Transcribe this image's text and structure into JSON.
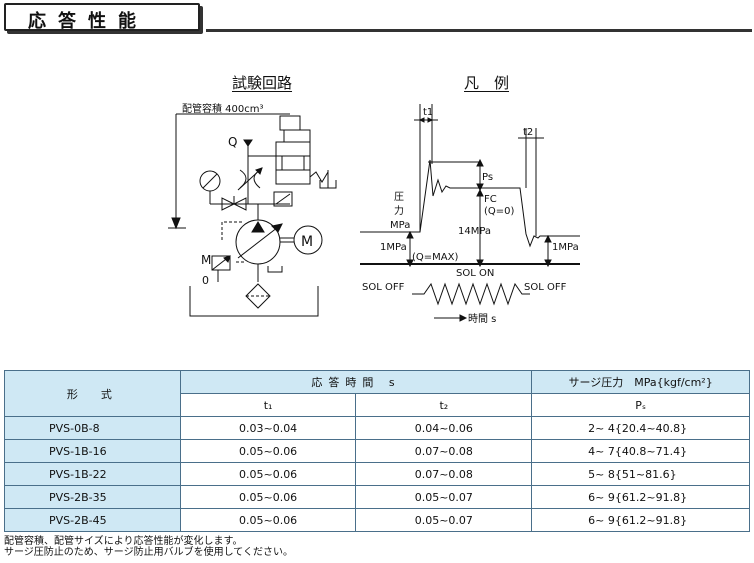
{
  "title": "応答性能",
  "circuit": {
    "heading": "試験回路",
    "pipe_volume_label": "配管容積 400cm³",
    "q_label": "Q",
    "m_label": "M",
    "zero_label": "0",
    "motor_label": "M"
  },
  "legend": {
    "heading": "凡　例",
    "t1": "t1",
    "t2": "t2",
    "ps": "Ps",
    "fc": "FC",
    "q0": "(Q=0)",
    "pressure_axis": [
      "圧",
      "力",
      "MPa"
    ],
    "one_mpa_left": "1MPa",
    "one_mpa_right": "1MPa",
    "fourteen_mpa": "14MPa",
    "qmax": "(Q=MAX)",
    "sol_on": "SOL ON",
    "sol_off_left": "SOL OFF",
    "sol_off_right": "SOL OFF",
    "time_label": "時間 s"
  },
  "table": {
    "header": {
      "model": "形　式",
      "response_time": "応答時間 s",
      "surge_pressure": "サージ圧力　MPa{kgf/cm²}",
      "t1": "t₁",
      "t2": "t₂",
      "ps": "Pₛ"
    },
    "rows": [
      {
        "model": "PVS-0B-8",
        "t1": "0.03~0.04",
        "t2": "0.04~0.06",
        "surge": "2~  4{20.4~40.8}"
      },
      {
        "model": "PVS-1B-16",
        "t1": "0.05~0.06",
        "t2": "0.07~0.08",
        "surge": "4~  7{40.8~71.4}"
      },
      {
        "model": "PVS-1B-22",
        "t1": "0.05~0.06",
        "t2": "0.07~0.08",
        "surge": "5~  8{51~81.6}"
      },
      {
        "model": "PVS-2B-35",
        "t1": "0.05~0.06",
        "t2": "0.05~0.07",
        "surge": "6~  9{61.2~91.8}"
      },
      {
        "model": "PVS-2B-45",
        "t1": "0.05~0.06",
        "t2": "0.05~0.07",
        "surge": "6~  9{61.2~91.8}"
      }
    ]
  },
  "notes": [
    "配管容積、配管サイズにより応答性能が変化します。",
    "サージ圧防止のため、サージ防止用バルブを使用してください。"
  ]
}
